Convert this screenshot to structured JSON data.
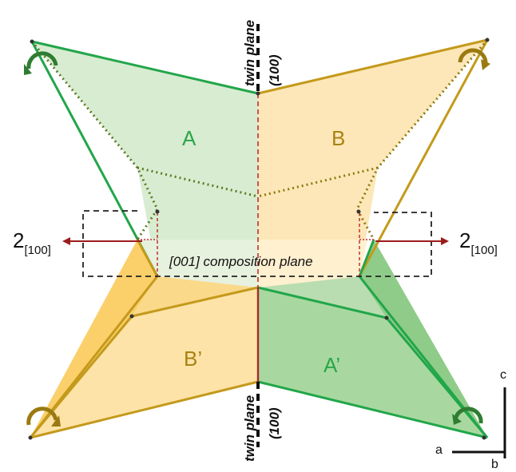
{
  "labels": {
    "twin_top_1": "twin plane",
    "twin_top_2": "(100)",
    "twin_bot_1": "twin plane",
    "twin_bot_2": "(100)",
    "region_a": "A",
    "region_b": "B",
    "region_b_prime": "B’",
    "region_a_prime": "A’",
    "composition": "[001] composition plane",
    "axis_left_main": "2",
    "axis_left_sub": "[100]",
    "axis_right_main": "2",
    "axis_right_sub": "[100]",
    "axis_c": "c",
    "axis_a": "a",
    "axis_b": "b"
  },
  "colors": {
    "green_line": "#22a64a",
    "green_fill": "#cfe8c8",
    "green_fill_dark": "#9fd29a",
    "gold_line": "#c49a1c",
    "gold_fill": "#fde3a7",
    "gold_fill_dark": "#fbcf6a",
    "twin_red": "#b03030",
    "arrow_red": "#9c1c1c",
    "rotation_green": "#2f7d32",
    "rotation_gold": "#9a7a10"
  },
  "icons": [
    "rotation-arrow-icon",
    "rotation-arrow-icon",
    "rotation-arrow-icon",
    "rotation-arrow-icon"
  ]
}
